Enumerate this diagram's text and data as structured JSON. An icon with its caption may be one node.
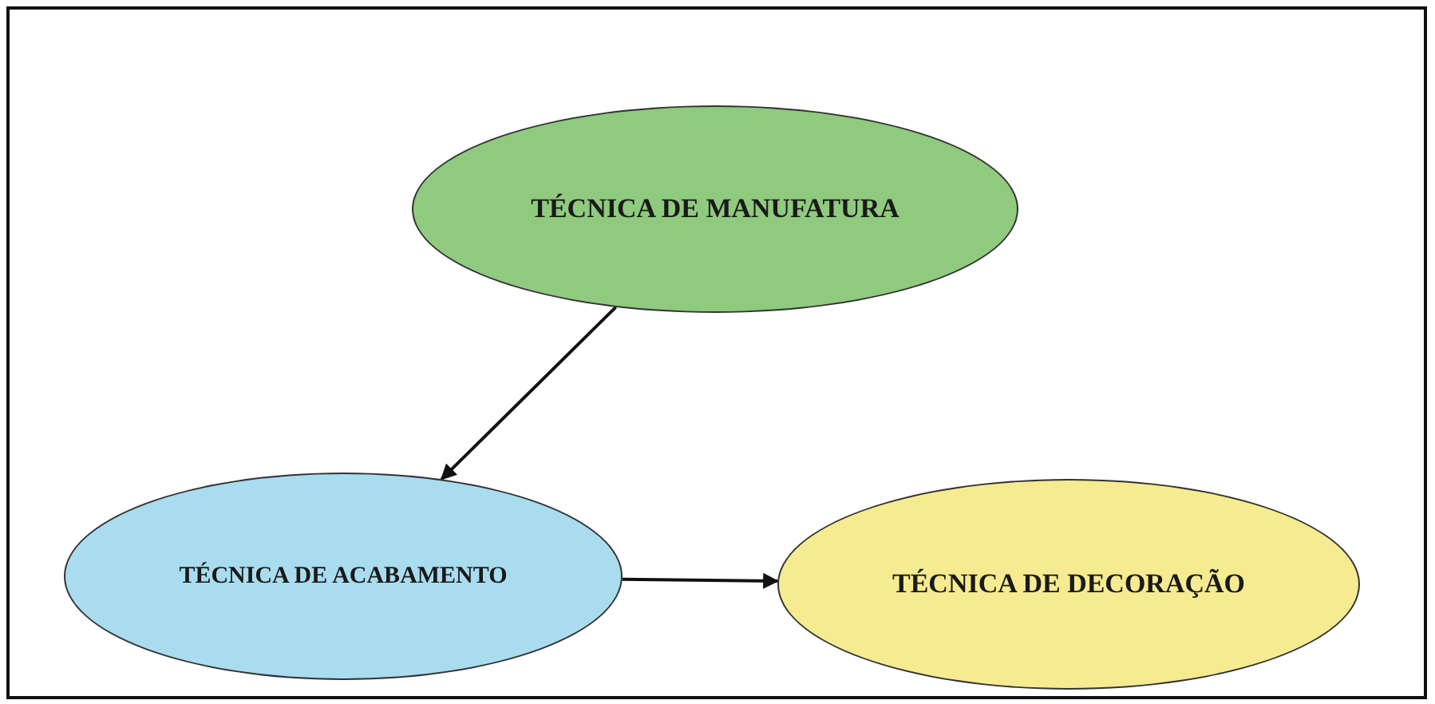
{
  "diagram": {
    "nodes": [
      {
        "text": [
          "TÉCNICA DE MANUFATURA"
        ]
      },
      {
        "text": [
          "TÉCNICA DE ACABAMENTO"
        ]
      },
      {
        "text": [
          "TÉCNICA DE DECORAÇÃO"
        ]
      }
    ],
    "edges": [
      {
        "from": 0,
        "to": 1,
        "arrow": "to"
      },
      {
        "from": 1,
        "to": 2,
        "arrow": "to"
      }
    ]
  }
}
